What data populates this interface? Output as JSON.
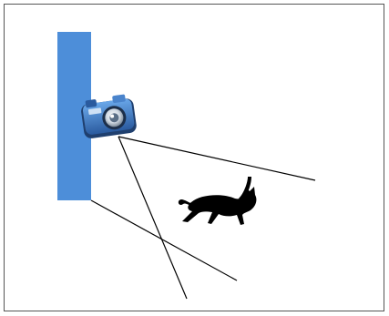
{
  "diagram": {
    "elements": [
      {
        "name": "wall",
        "kind": "rectangle"
      },
      {
        "name": "camera-icon",
        "kind": "icon"
      },
      {
        "name": "cat-silhouette",
        "kind": "icon"
      }
    ],
    "colors": {
      "frame": "#555555",
      "wall": "#4d8ed9",
      "camera_body": "#3a6fb8",
      "camera_lens": "#e6e6e6",
      "cat": "#000000",
      "lines": "#000000"
    }
  }
}
